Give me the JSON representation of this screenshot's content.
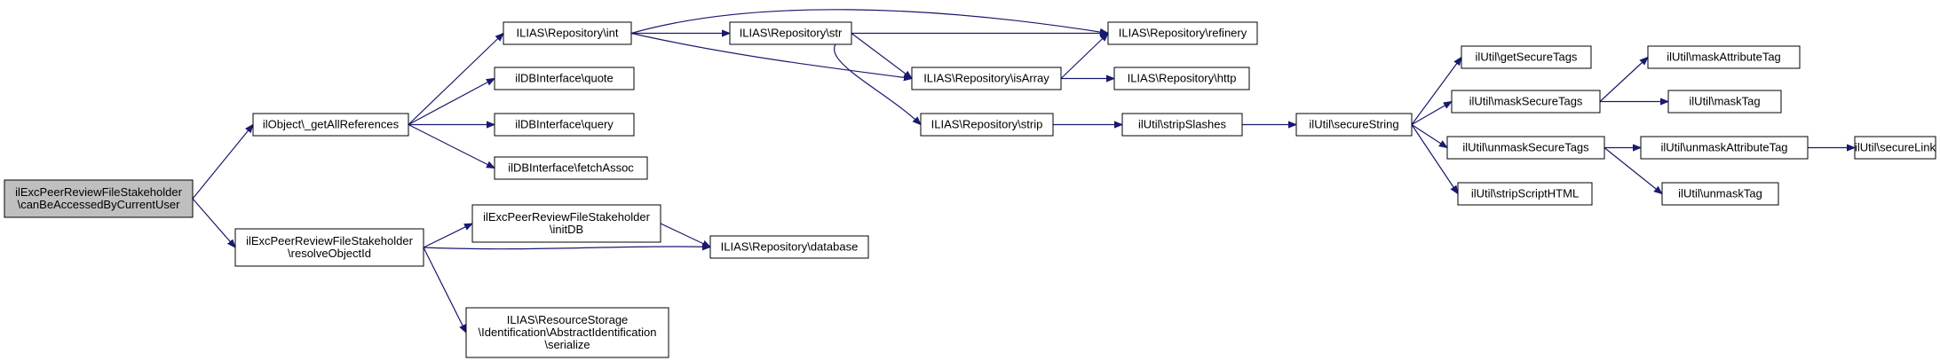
{
  "diagram": {
    "edge_color": "#191970",
    "root_fill": "#bfbfbf",
    "nodes": [
      {
        "id": "n0",
        "lines": [
          "ilExcPeerReviewFileStakeholder",
          "\\canBeAccessedByCurrentUser"
        ]
      },
      {
        "id": "n1",
        "lines": [
          "ilObject\\_getAllReferences"
        ]
      },
      {
        "id": "n2",
        "lines": [
          "ilExcPeerReviewFileStakeholder",
          "\\resolveObjectId"
        ]
      },
      {
        "id": "n3",
        "lines": [
          "ILIAS\\Repository\\int"
        ]
      },
      {
        "id": "n4",
        "lines": [
          "ilDBInterface\\quote"
        ]
      },
      {
        "id": "n5",
        "lines": [
          "ilDBInterface\\query"
        ]
      },
      {
        "id": "n6",
        "lines": [
          "ilDBInterface\\fetchAssoc"
        ]
      },
      {
        "id": "n7",
        "lines": [
          "ilExcPeerReviewFileStakeholder",
          "\\initDB"
        ]
      },
      {
        "id": "n8",
        "lines": [
          "ILIAS\\Repository\\database"
        ]
      },
      {
        "id": "n9",
        "lines": [
          "ILIAS\\ResourceStorage",
          "\\Identification\\AbstractIdentification",
          "\\serialize"
        ]
      },
      {
        "id": "n10",
        "lines": [
          "ILIAS\\Repository\\str"
        ]
      },
      {
        "id": "n11",
        "lines": [
          "ILIAS\\Repository\\isArray"
        ]
      },
      {
        "id": "n12",
        "lines": [
          "ILIAS\\Repository\\refinery"
        ]
      },
      {
        "id": "n13",
        "lines": [
          "ILIAS\\Repository\\strip"
        ]
      },
      {
        "id": "n14",
        "lines": [
          "ILIAS\\Repository\\http"
        ]
      },
      {
        "id": "n15",
        "lines": [
          "ilUtil\\stripSlashes"
        ]
      },
      {
        "id": "n16",
        "lines": [
          "ilUtil\\secureString"
        ]
      },
      {
        "id": "n17",
        "lines": [
          "ilUtil\\getSecureTags"
        ]
      },
      {
        "id": "n18",
        "lines": [
          "ilUtil\\maskSecureTags"
        ]
      },
      {
        "id": "n19",
        "lines": [
          "ilUtil\\unmaskSecureTags"
        ]
      },
      {
        "id": "n20",
        "lines": [
          "ilUtil\\stripScriptHTML"
        ]
      },
      {
        "id": "n21",
        "lines": [
          "ilUtil\\maskAttributeTag"
        ]
      },
      {
        "id": "n22",
        "lines": [
          "ilUtil\\maskTag"
        ]
      },
      {
        "id": "n23",
        "lines": [
          "ilUtil\\unmaskAttributeTag"
        ]
      },
      {
        "id": "n24",
        "lines": [
          "ilUtil\\unmaskTag"
        ]
      },
      {
        "id": "n25",
        "lines": [
          "ilUtil\\secureLink"
        ]
      }
    ],
    "edges": [
      {
        "from": "n0",
        "to": "n1"
      },
      {
        "from": "n0",
        "to": "n2"
      },
      {
        "from": "n1",
        "to": "n3"
      },
      {
        "from": "n1",
        "to": "n4"
      },
      {
        "from": "n1",
        "to": "n5"
      },
      {
        "from": "n1",
        "to": "n6"
      },
      {
        "from": "n2",
        "to": "n7"
      },
      {
        "from": "n2",
        "to": "n8"
      },
      {
        "from": "n2",
        "to": "n9"
      },
      {
        "from": "n7",
        "to": "n8"
      },
      {
        "from": "n3",
        "to": "n10"
      },
      {
        "from": "n3",
        "to": "n12"
      },
      {
        "from": "n3",
        "to": "n11"
      },
      {
        "from": "n10",
        "to": "n12"
      },
      {
        "from": "n10",
        "to": "n11"
      },
      {
        "from": "n10",
        "to": "n13"
      },
      {
        "from": "n11",
        "to": "n12"
      },
      {
        "from": "n11",
        "to": "n14"
      },
      {
        "from": "n13",
        "to": "n15"
      },
      {
        "from": "n15",
        "to": "n16"
      },
      {
        "from": "n16",
        "to": "n17"
      },
      {
        "from": "n16",
        "to": "n18"
      },
      {
        "from": "n16",
        "to": "n19"
      },
      {
        "from": "n16",
        "to": "n20"
      },
      {
        "from": "n18",
        "to": "n21"
      },
      {
        "from": "n18",
        "to": "n22"
      },
      {
        "from": "n19",
        "to": "n23"
      },
      {
        "from": "n19",
        "to": "n24"
      },
      {
        "from": "n23",
        "to": "n25"
      }
    ]
  }
}
